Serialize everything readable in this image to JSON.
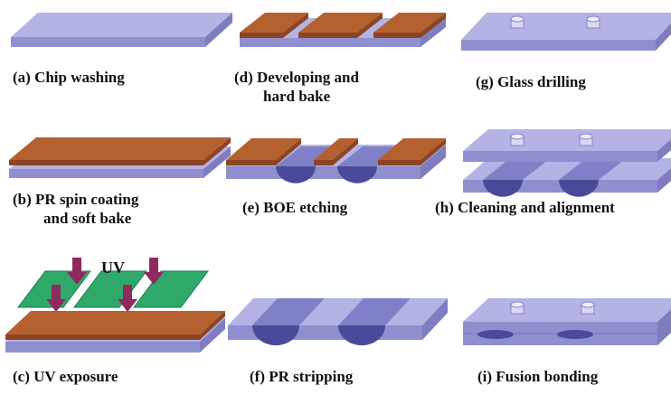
{
  "colors": {
    "glass_top": "#b3b3e6",
    "glass_front": "#8f8fcf",
    "glass_side": "#7d7dbf",
    "photoresist": "#b5612f",
    "photoresist_front": "#8c4422",
    "etched_channel": "#4a4a9a",
    "mask": "#2fa96a",
    "uv_arrow": "#8e2a5e"
  },
  "steps": [
    {
      "id": "a",
      "caption_lines": [
        "(a) Chip washing"
      ]
    },
    {
      "id": "b",
      "caption_lines": [
        "(b) PR spin coating",
        "and soft bake"
      ]
    },
    {
      "id": "c",
      "caption_lines": [
        "(c) UV exposure"
      ],
      "uv_label": "UV"
    },
    {
      "id": "d",
      "caption_lines": [
        "(d) Developing and",
        "hard bake"
      ]
    },
    {
      "id": "e",
      "caption_lines": [
        "(e) BOE etching"
      ]
    },
    {
      "id": "f",
      "caption_lines": [
        "(f) PR stripping"
      ]
    },
    {
      "id": "g",
      "caption_lines": [
        "(g) Glass drilling"
      ]
    },
    {
      "id": "h",
      "caption_lines": [
        "(h) Cleaning and alignment"
      ]
    },
    {
      "id": "i",
      "caption_lines": [
        "(i) Fusion bonding"
      ]
    }
  ]
}
